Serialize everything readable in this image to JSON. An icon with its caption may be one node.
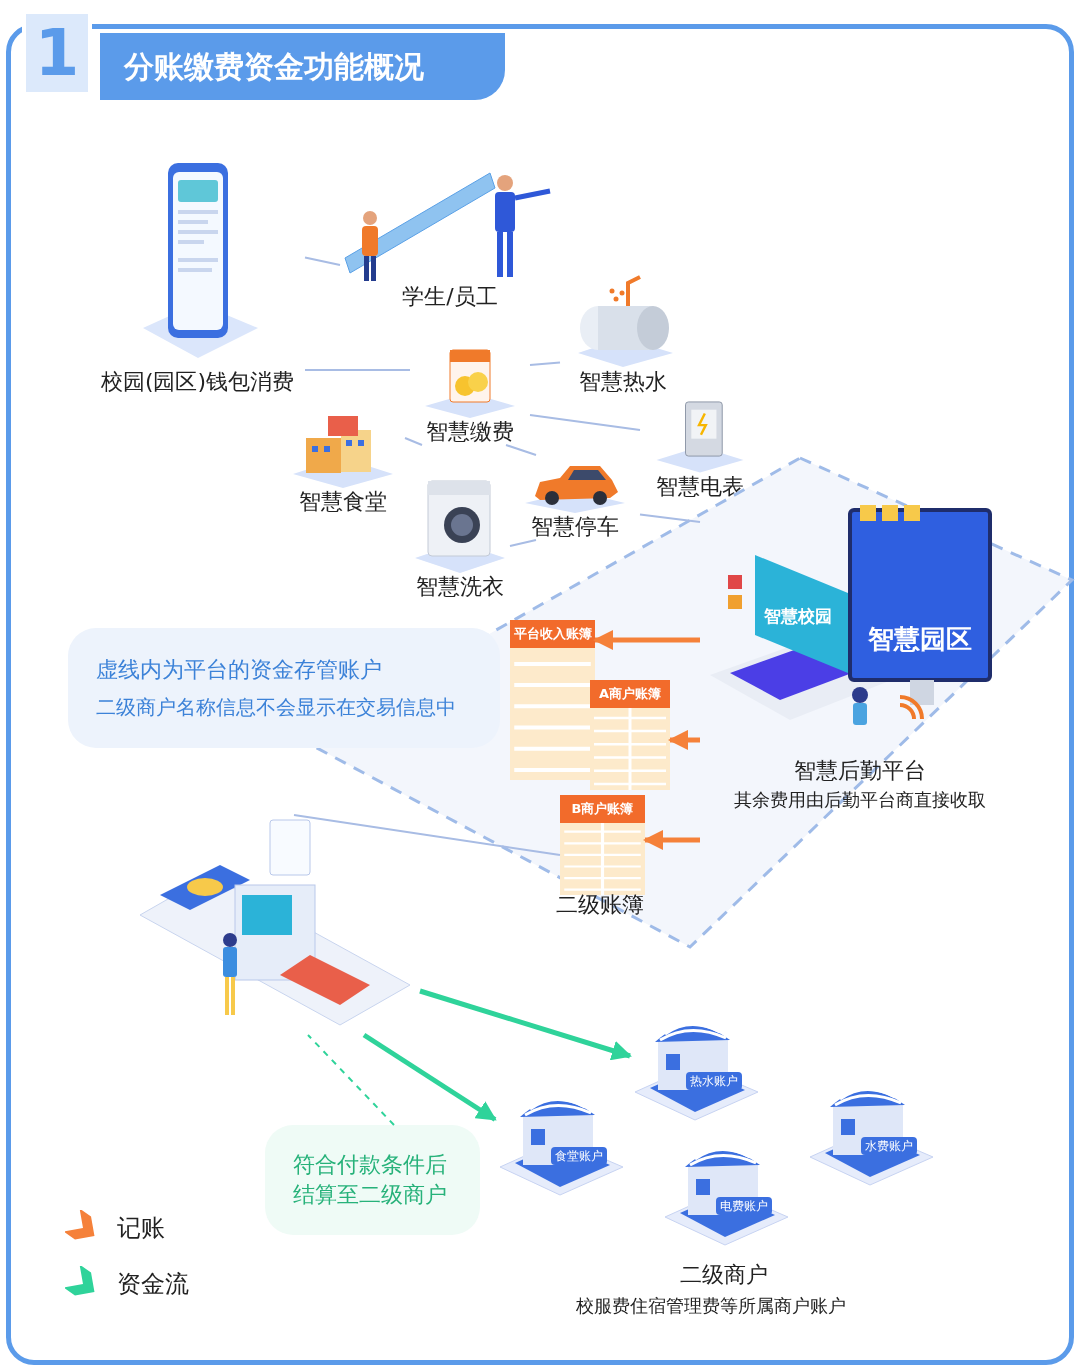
{
  "diagram": {
    "title": "分账缴费资金功能概况",
    "nodes": [
      {
        "text": [
          "校园(园区)钱包消费"
        ]
      },
      {
        "text": [
          "学生/员工"
        ]
      },
      {
        "text": [
          "智慧热水"
        ]
      },
      {
        "text": [
          "智慧缴费"
        ]
      },
      {
        "text": [
          "智慧电表"
        ]
      },
      {
        "text": [
          "智慧食堂"
        ]
      },
      {
        "text": [
          "智慧停车"
        ]
      },
      {
        "text": [
          "智慧洗衣"
        ]
      },
      {
        "text": [
          "虚线内为平台的资金存管账户",
          "二级商户名称信息不会显示在交易信息中"
        ]
      },
      {
        "text": [],
        "shape": "box"
      },
      {
        "text": [
          "平台收入账簿"
        ],
        "in": 9
      },
      {
        "text": [
          "A商户账簿"
        ],
        "in": 9
      },
      {
        "text": [
          "B商户账簿"
        ],
        "in": 9
      },
      {
        "text": [
          "智慧后勤平台",
          "其余费用由后勤平台商直接收取"
        ],
        "in": 9
      },
      {
        "text": [],
        "shape": "picture"
      },
      {
        "text": [
          "符合付款条件后结算至二级商户"
        ]
      },
      {
        "text": [
          "食堂账户"
        ]
      },
      {
        "text": [
          "热水账户"
        ]
      },
      {
        "text": [
          "电费账户"
        ]
      },
      {
        "text": [
          "水费账户"
        ]
      }
    ],
    "edges": [
      {
        "from": 0,
        "to": 1,
        "arrow": "none"
      },
      {
        "from": 0,
        "to": 3,
        "arrow": "none"
      },
      {
        "from": 3,
        "to": 2,
        "arrow": "none"
      },
      {
        "from": 3,
        "to": 4,
        "arrow": "none"
      },
      {
        "from": 3,
        "to": 5,
        "arrow": "none"
      },
      {
        "from": 3,
        "to": 6,
        "arrow": "none"
      },
      {
        "from": 6,
        "to": 7,
        "arrow": "none"
      },
      {
        "from": 6,
        "to": 13,
        "arrow": "none"
      },
      {
        "from": 13,
        "to": 10,
        "arrow": "to",
        "style": "thick",
        "color": "#f5813a"
      },
      {
        "from": 13,
        "to": 11,
        "arrow": "to",
        "style": "thick",
        "color": "#f5813a"
      },
      {
        "from": 13,
        "to": 12,
        "arrow": "to",
        "style": "thick",
        "color": "#f5813a"
      },
      {
        "from": 12,
        "to": 14,
        "arrow": "none"
      },
      {
        "from": 14,
        "to": 16,
        "arrow": "to",
        "style": "thick",
        "color": "#2fd39a"
      },
      {
        "from": 14,
        "to": 17,
        "arrow": "to",
        "style": "thick",
        "color": "#2fd39a"
      },
      {
        "from": 15,
        "to": 14,
        "arrow": "none",
        "style": "dashed",
        "color": "#2fd39a"
      }
    ],
    "labels": [
      "1",
      "智慧校园",
      "智慧园区",
      "二级账簿",
      "二级商户",
      "校服费住宿管理费等所属商户账户"
    ],
    "legend": [
      {
        "text": "记账"
      },
      {
        "text": "资金流"
      }
    ]
  }
}
